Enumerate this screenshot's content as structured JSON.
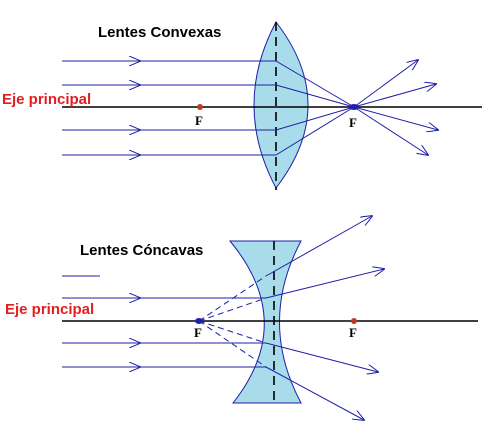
{
  "convex": {
    "title": "Lentes Convexas",
    "axis_label": "Eje principal",
    "focus_left": "F",
    "focus_right": "F"
  },
  "concave": {
    "title": "Lentes Cóncavas",
    "axis_label": "Eje principal",
    "focus_left": "F",
    "focus_right": "F"
  },
  "colors": {
    "lens_fill": "#a8dceb",
    "ray": "#1f1fa8",
    "axis": "#000000",
    "focus_dot": "#c0392b",
    "label_red": "#e02020"
  }
}
